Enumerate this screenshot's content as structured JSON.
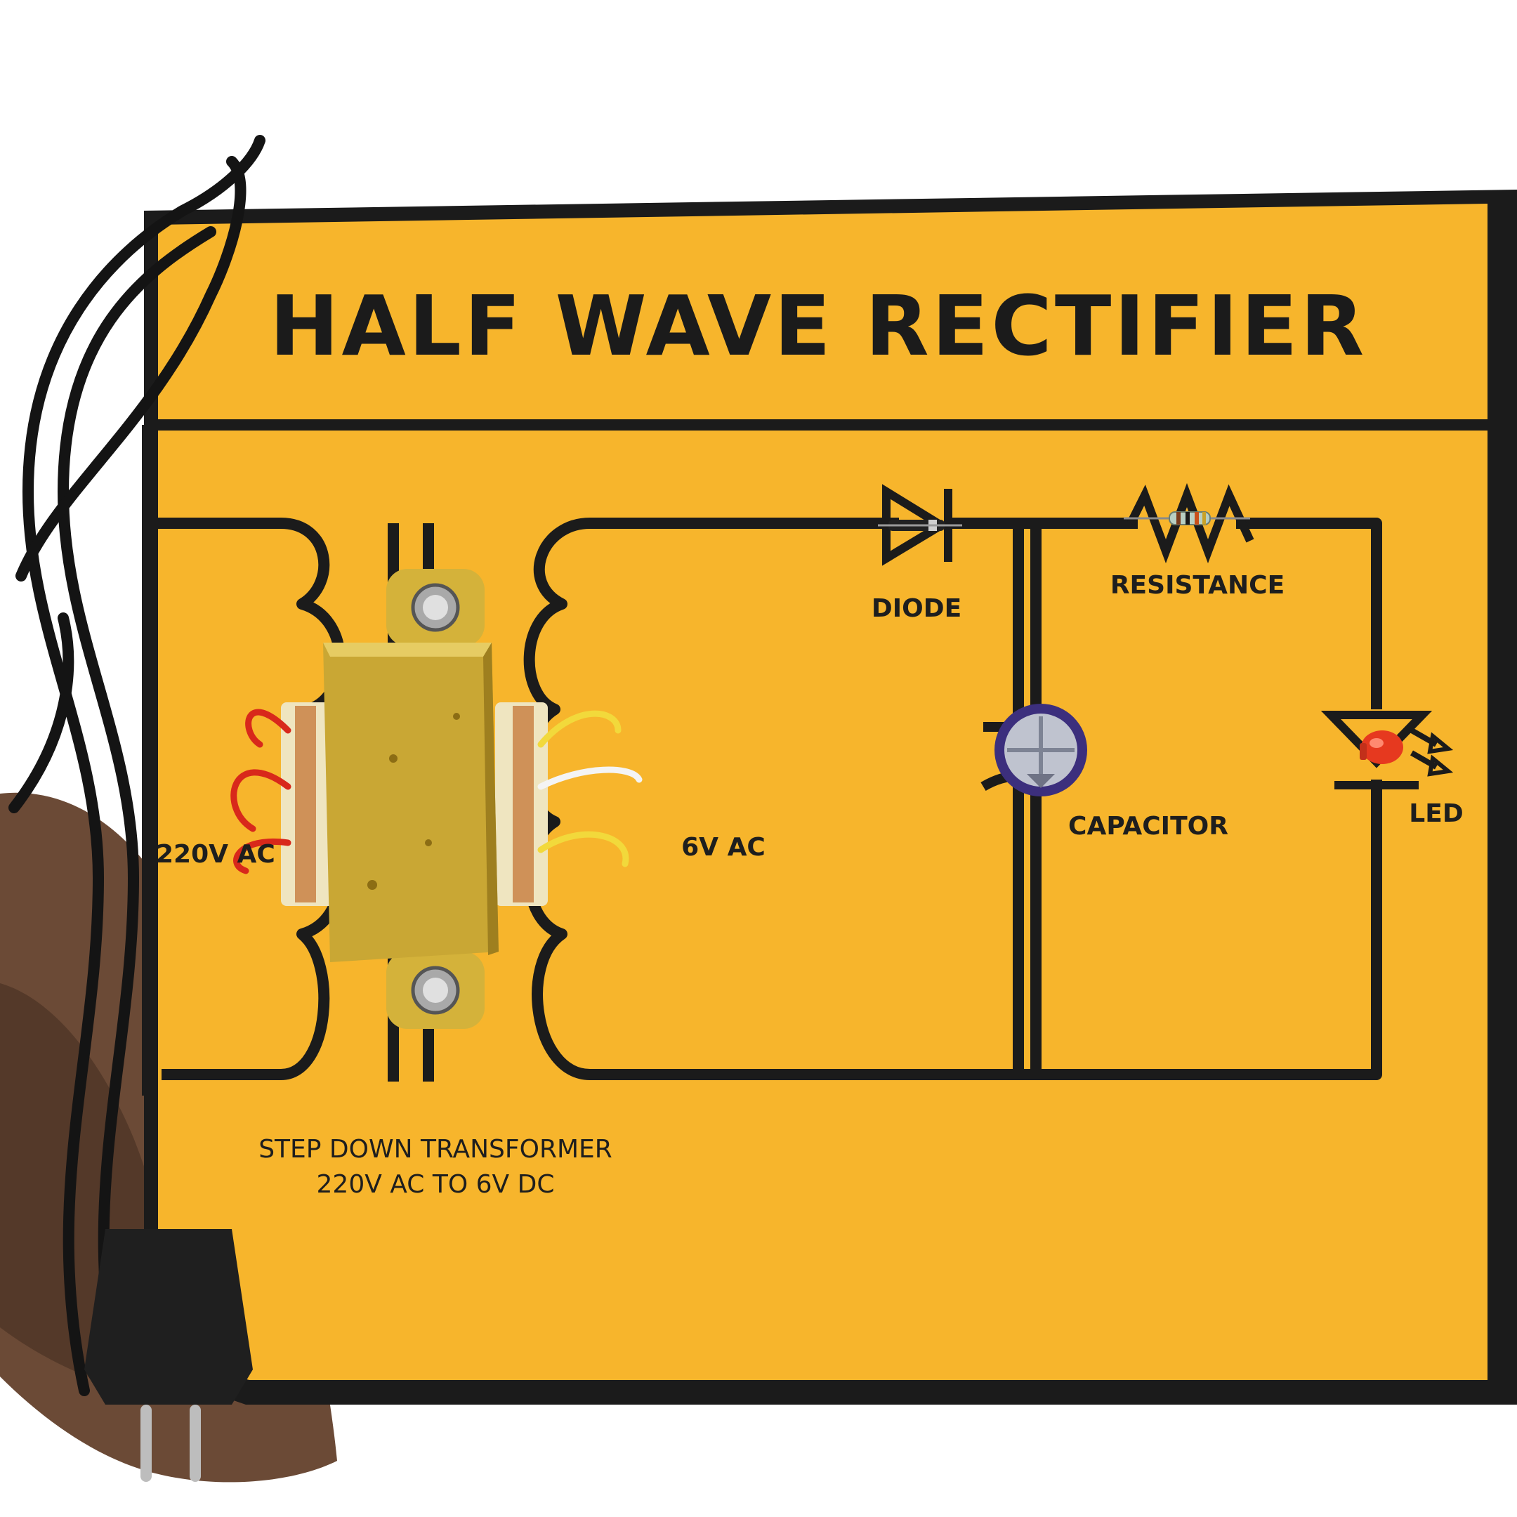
{
  "board": {
    "title": "HALF WAVE RECTIFIER",
    "color_board": "#F7B52C",
    "color_ink": "#1B1B1B"
  },
  "labels": {
    "diode": "DIODE",
    "resistance": "RESISTANCE",
    "capacitor": "CAPACITOR",
    "led": "LED",
    "input_voltage": "220V AC",
    "output_voltage": "6V AC",
    "transformer_line1": "STEP DOWN TRANSFORMER",
    "transformer_line2": "220V AC TO 6V DC"
  },
  "objects": {
    "transformer_icon": "transformer-icon",
    "capacitor_icon": "electrolytic-capacitor-icon",
    "led_icon": "red-led-icon",
    "plug_icon": "power-plug-icon"
  }
}
